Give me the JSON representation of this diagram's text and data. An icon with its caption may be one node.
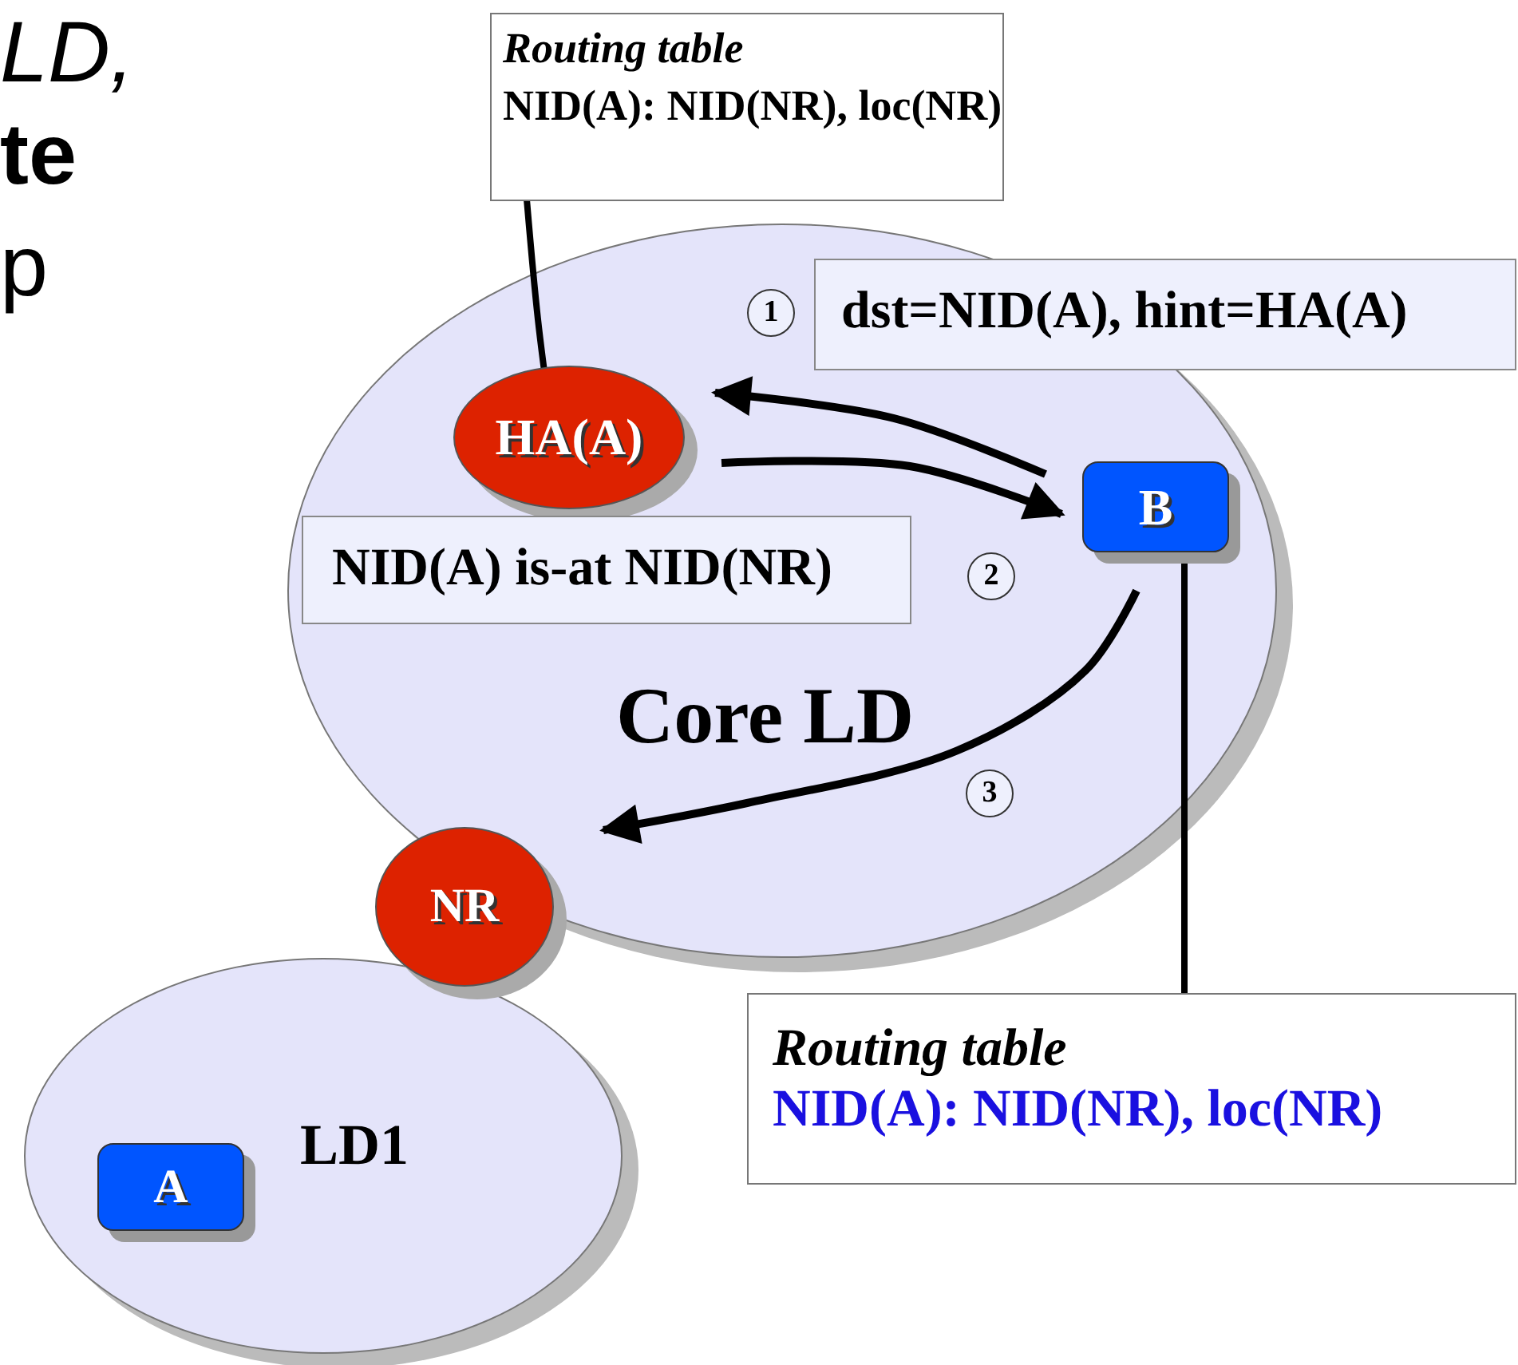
{
  "diagram": {
    "nodes": [
      {
        "text": [
          "Core LD"
        ]
      },
      {
        "text": [
          "HA(A)"
        ],
        "in": 0
      },
      {
        "text": [
          "B"
        ],
        "in": 0
      },
      {
        "text": [
          "NR"
        ]
      },
      {
        "text": [
          "LD1"
        ]
      },
      {
        "text": [
          "A"
        ],
        "in": 4
      },
      {
        "text": [
          "Routing table",
          "NID(A): NID(NR), loc(NR)"
        ]
      },
      {
        "text": [
          "Routing table",
          "NID(A): NID(NR), loc(NR)"
        ]
      },
      {
        "text": [
          "dst=NID(A), hint=HA(A)"
        ]
      },
      {
        "text": [
          "NID(A) is-at NID(NR)"
        ],
        "in": 0
      }
    ],
    "edges": [
      {
        "from": 2,
        "to": 1,
        "arrow": "to"
      },
      {
        "from": 1,
        "to": 2,
        "arrow": "to"
      },
      {
        "from": 2,
        "to": 3,
        "arrow": "to"
      },
      {
        "from": 6,
        "to": 1,
        "arrow": "other"
      },
      {
        "from": 7,
        "to": 2,
        "arrow": "other"
      }
    ],
    "labels": [
      "LD,",
      "te",
      "p",
      "1",
      "2",
      "3"
    ]
  }
}
